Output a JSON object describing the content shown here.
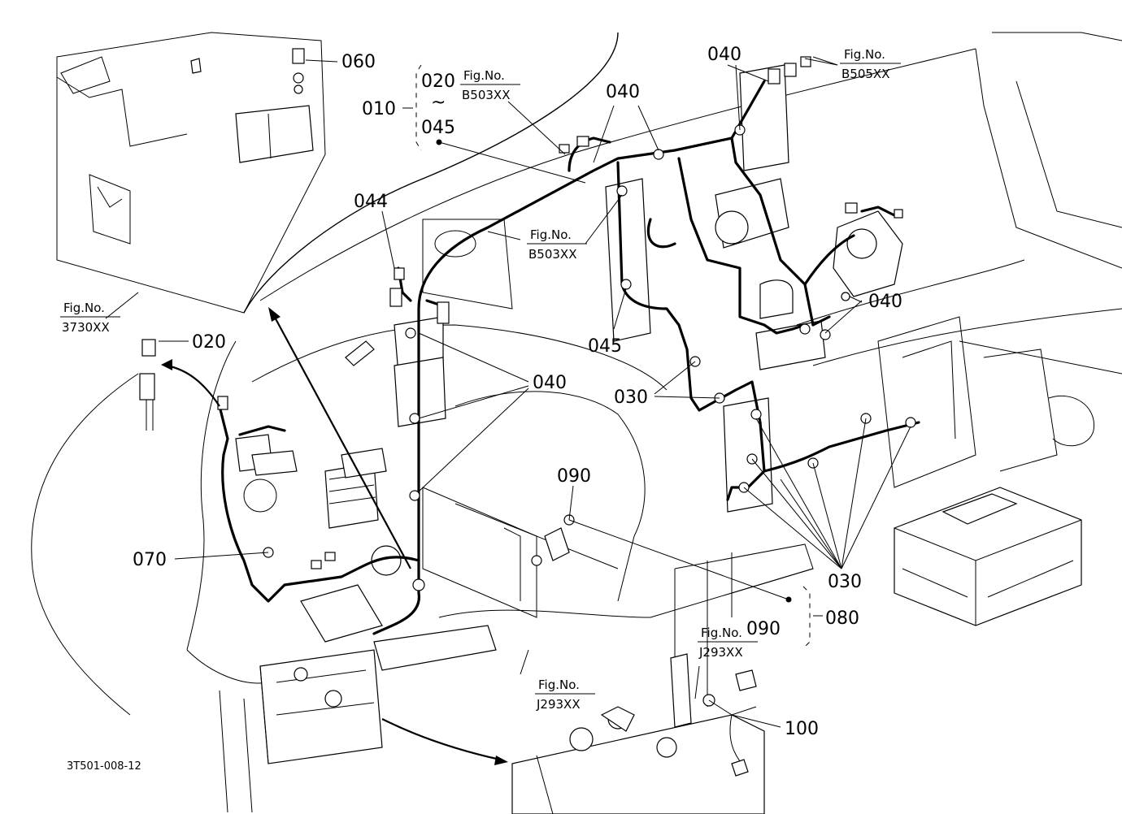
{
  "callouts": {
    "c060": "060",
    "c010": "010",
    "c020_top": "020",
    "c_tilde": "~",
    "c045_top": "045",
    "c040_a": "040",
    "c040_b": "040",
    "c044": "044",
    "c040_c": "040",
    "c045_mid": "045",
    "c040_d": "040",
    "c020_left": "020",
    "c030_a": "030",
    "c090_a": "090",
    "c070": "070",
    "c030_b": "030",
    "c080": "080",
    "c090_b": "090",
    "c100": "100"
  },
  "fig_refs": {
    "f1_label": "Fig.No.",
    "f1_code": "B503XX",
    "f2_label": "Fig.No.",
    "f2_code": "B505XX",
    "f3_label": "Fig.No.",
    "f3_code": "B503XX",
    "f4_label": "Fig.No.",
    "f4_code": "3730XX",
    "f5_label": "Fig.No.",
    "f5_code": "J293XX",
    "f6_label": "Fig.No.",
    "f6_code": "J293XX"
  },
  "drawing_code": "3T501-008-12"
}
